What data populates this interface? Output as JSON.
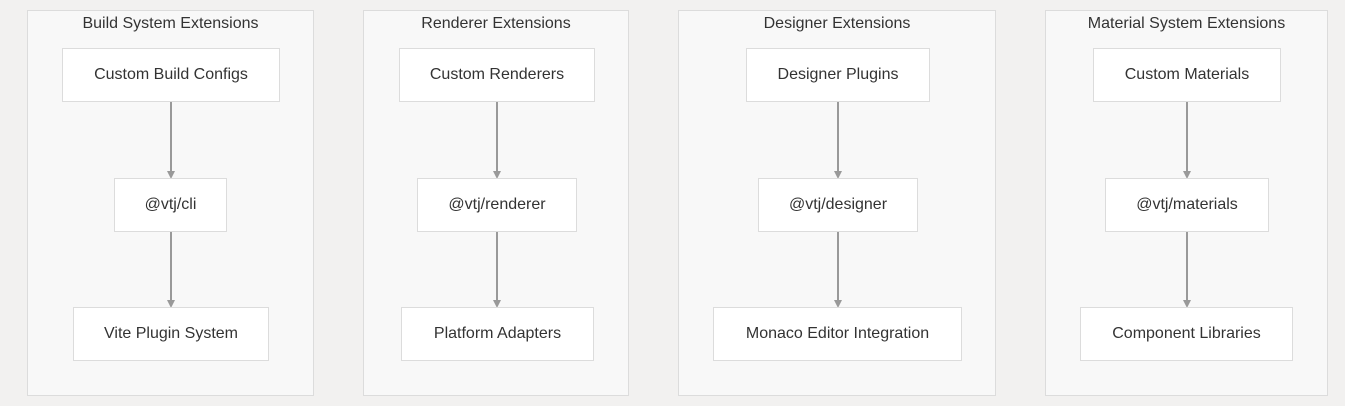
{
  "groups": [
    {
      "title": "Build System Extensions",
      "nodes": [
        "Custom Build Configs",
        "@vtj/cli",
        "Vite Plugin System"
      ]
    },
    {
      "title": "Renderer Extensions",
      "nodes": [
        "Custom Renderers",
        "@vtj/renderer",
        "Platform Adapters"
      ]
    },
    {
      "title": "Designer Extensions",
      "nodes": [
        "Designer Plugins",
        "@vtj/designer",
        "Monaco Editor Integration"
      ]
    },
    {
      "title": "Material System Extensions",
      "nodes": [
        "Custom Materials",
        "@vtj/materials",
        "Component Libraries"
      ]
    }
  ],
  "colors": {
    "background": "#f2f1f0",
    "group_fill": "#f8f8f8",
    "group_border": "#dcdcdc",
    "node_fill": "#ffffff",
    "edge": "#999999",
    "text": "#333333"
  }
}
